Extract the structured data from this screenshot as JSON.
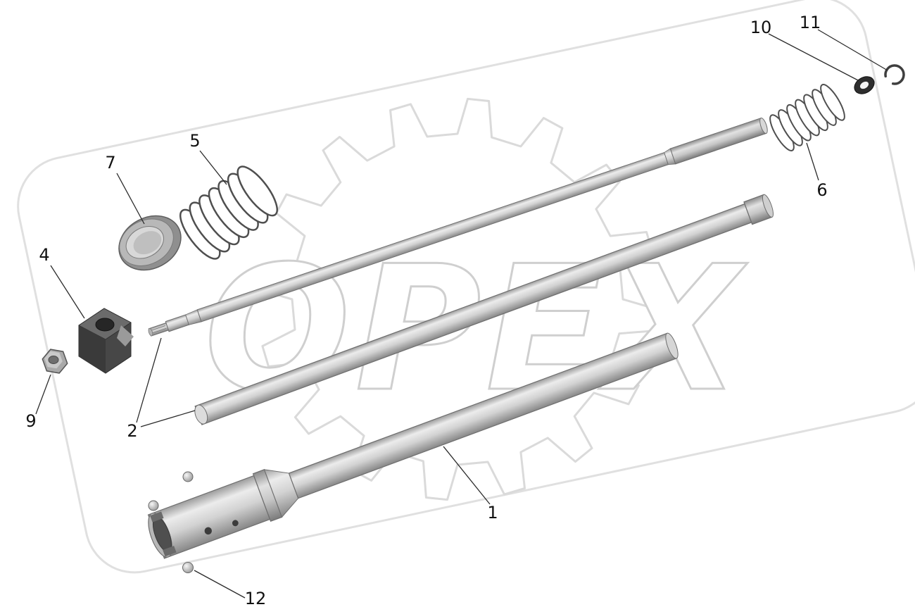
{
  "diagram": {
    "watermark_text": "ОРЕХ",
    "callouts": [
      {
        "id": "1",
        "label": "1",
        "part": "lower-tube"
      },
      {
        "id": "2",
        "label": "2",
        "part": "shaft-ends"
      },
      {
        "id": "4",
        "label": "4",
        "part": "bracket"
      },
      {
        "id": "5",
        "label": "5",
        "part": "large-spring"
      },
      {
        "id": "6",
        "label": "6",
        "part": "small-spring"
      },
      {
        "id": "7",
        "label": "7",
        "part": "bushing"
      },
      {
        "id": "9",
        "label": "9",
        "part": "hex-nut"
      },
      {
        "id": "10",
        "label": "10",
        "part": "washer"
      },
      {
        "id": "11",
        "label": "11",
        "part": "retaining-ring"
      },
      {
        "id": "12",
        "label": "12",
        "part": "ball"
      }
    ],
    "colors": {
      "watermark": "#d9d9d9",
      "label_text": "#111111",
      "leader_line": "#2b2b2b",
      "metal_light": "#efefef",
      "metal_dark": "#8a8a8a"
    }
  }
}
